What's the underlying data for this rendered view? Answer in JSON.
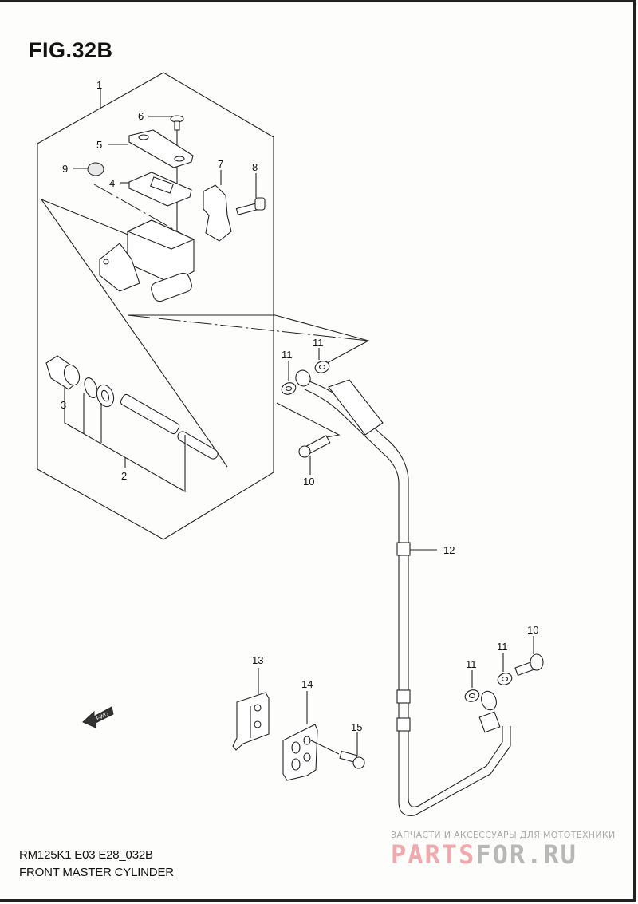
{
  "figure": {
    "title": "FIG.32B",
    "model_code": "RM125K1 E03 E28_032B",
    "section_name": "FRONT MASTER CYLINDER"
  },
  "direction_indicator": {
    "label": "FWD",
    "icon": "arrow-left-icon"
  },
  "watermark": {
    "tagline": "ЗАПЧАСТИ И АКСЕССУАРЫ ДЛЯ МОТОТЕХНИКИ",
    "brand_part1": "PARTS",
    "brand_part2": "FOR.RU",
    "colors": {
      "part1": "#f2a9ad",
      "part2": "#b8b8b8"
    }
  },
  "callouts": [
    {
      "id": "c1",
      "label": "1",
      "part": "master-cylinder-assembly"
    },
    {
      "id": "c2",
      "label": "2",
      "part": "piston-set"
    },
    {
      "id": "c3",
      "label": "3",
      "part": "boot"
    },
    {
      "id": "c4",
      "label": "4",
      "part": "diaphragm"
    },
    {
      "id": "c5",
      "label": "5",
      "part": "reservoir-cap"
    },
    {
      "id": "c6",
      "label": "6",
      "part": "cap-screw"
    },
    {
      "id": "c7",
      "label": "7",
      "part": "holder-clamp"
    },
    {
      "id": "c8",
      "label": "8",
      "part": "clamp-bolt"
    },
    {
      "id": "c9",
      "label": "9",
      "part": "sight-glass"
    },
    {
      "id": "c10a",
      "label": "10",
      "part": "union-bolt-upper"
    },
    {
      "id": "c10b",
      "label": "10",
      "part": "union-bolt-lower"
    },
    {
      "id": "c11a",
      "label": "11",
      "part": "washer"
    },
    {
      "id": "c11b",
      "label": "11",
      "part": "washer"
    },
    {
      "id": "c11c",
      "label": "11",
      "part": "washer"
    },
    {
      "id": "c11d",
      "label": "11",
      "part": "washer"
    },
    {
      "id": "c12",
      "label": "12",
      "part": "brake-hose"
    },
    {
      "id": "c13",
      "label": "13",
      "part": "hose-guide"
    },
    {
      "id": "c14",
      "label": "14",
      "part": "hose-clamp"
    },
    {
      "id": "c15",
      "label": "15",
      "part": "clamp-bolt"
    }
  ]
}
